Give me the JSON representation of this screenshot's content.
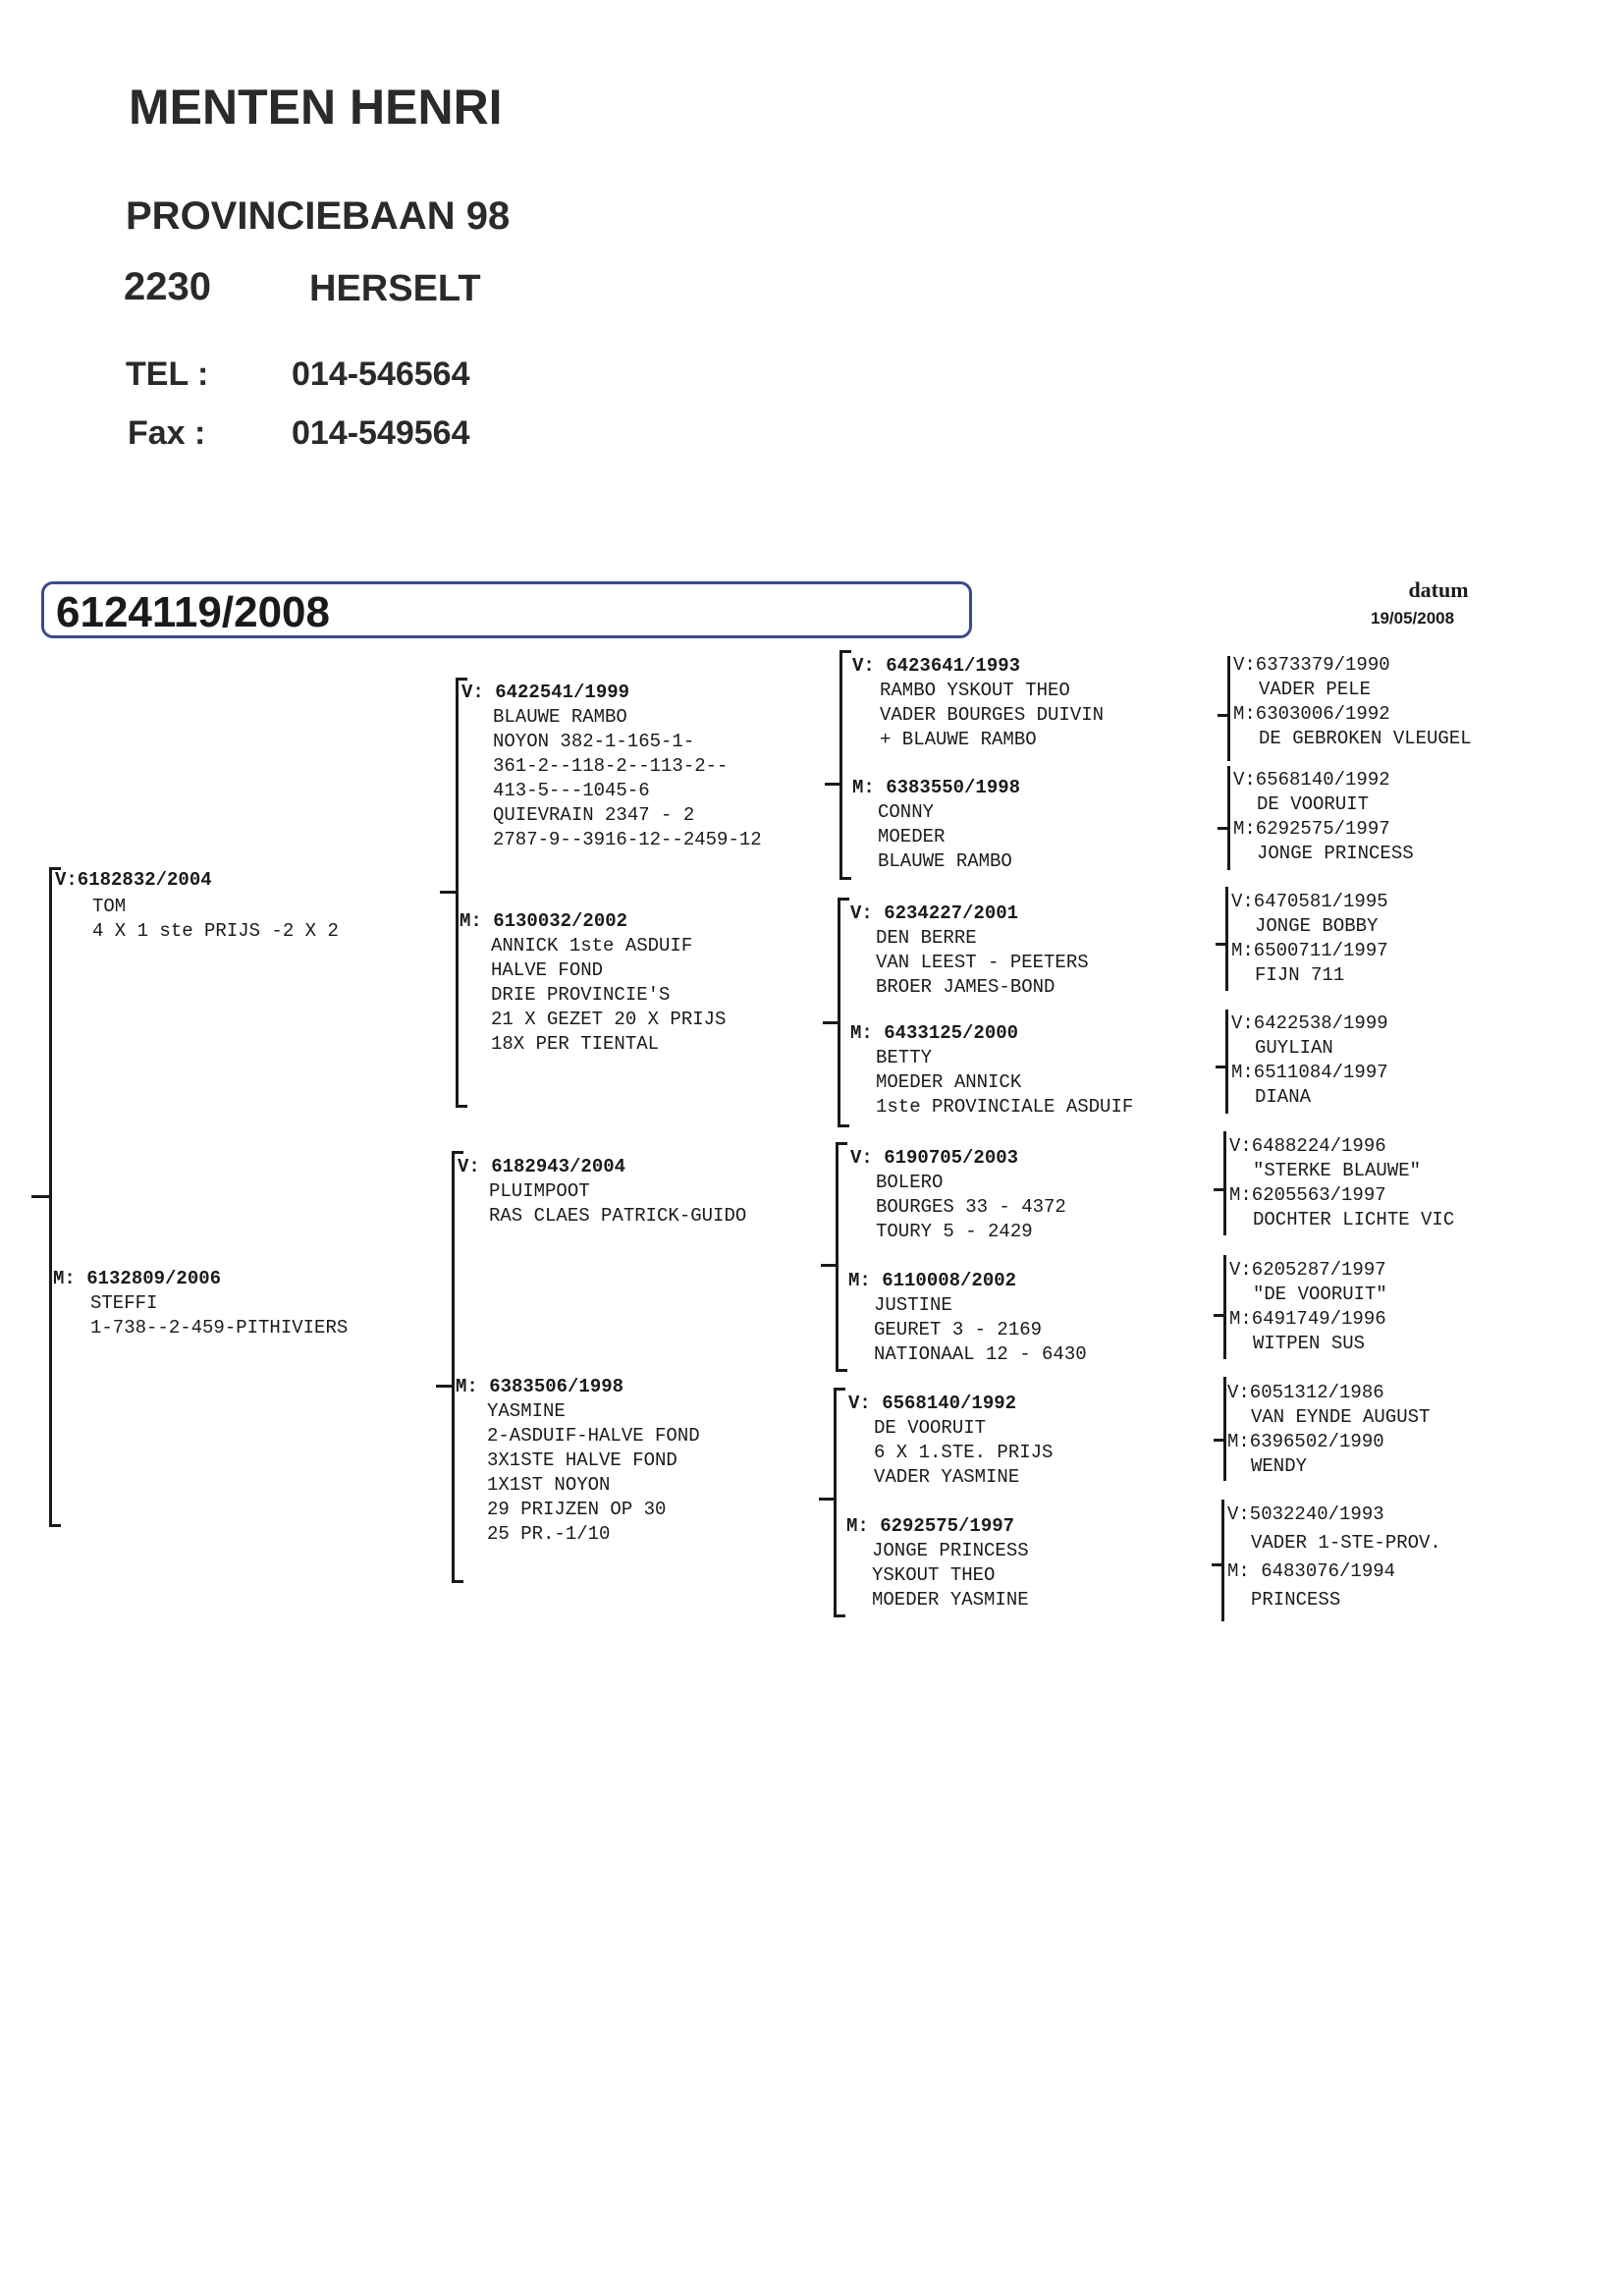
{
  "header": {
    "name": "MENTEN  HENRI",
    "street": "PROVINCIEBAAN 98",
    "postal_code": "2230",
    "city": "HERSELT",
    "tel_label": "TEL :",
    "tel_value": "014-546564",
    "fax_label": "Fax :",
    "fax_value": "014-549564"
  },
  "pedigree": {
    "ring": "6124119/2008",
    "date_label": "datum",
    "date_value": "19/05/2008"
  },
  "gen1": {
    "sire": {
      "ring": "V:6182832/2004",
      "lines": [
        "TOM",
        "4 X 1 ste PRIJS -2 X 2"
      ]
    },
    "dam": {
      "ring": "M: 6132809/2006",
      "lines": [
        "STEFFI",
        "1-738--2-459-PITHIVIERS"
      ]
    }
  },
  "gen2": {
    "ss": {
      "ring": "V: 6422541/1999",
      "lines": [
        "BLAUWE RAMBO",
        "NOYON 382-1-165-1-",
        "361-2--118-2--113-2--",
        "413-5---1045-6",
        "QUIEVRAIN  2347 - 2",
        "2787-9--3916-12--2459-12"
      ]
    },
    "sd": {
      "ring": "M: 6130032/2002",
      "lines": [
        "ANNICK   1ste ASDUIF",
        "HALVE FOND",
        "DRIE PROVINCIE'S",
        "21 X GEZET  20 X PRIJS",
        "18X PER TIENTAL"
      ]
    },
    "ds": {
      "ring": "V: 6182943/2004",
      "lines": [
        "PLUIMPOOT",
        "RAS CLAES PATRICK-GUIDO"
      ]
    },
    "dd": {
      "ring": "M: 6383506/1998",
      "lines": [
        "YASMINE",
        "2-ASDUIF-HALVE FOND",
        "3X1STE HALVE FOND",
        "1X1ST NOYON",
        "29 PRIJZEN OP 30",
        "25 PR.-1/10"
      ]
    }
  },
  "gen3": [
    {
      "ring": "V: 6423641/1993",
      "lines": [
        "RAMBO YSKOUT THEO",
        "VADER BOURGES DUIVIN",
        "+ BLAUWE RAMBO"
      ]
    },
    {
      "ring": "M: 6383550/1998",
      "lines": [
        "CONNY",
        "MOEDER",
        "BLAUWE RAMBO"
      ]
    },
    {
      "ring": "V: 6234227/2001",
      "lines": [
        "DEN BERRE",
        "VAN LEEST - PEETERS",
        "BROER JAMES-BOND"
      ]
    },
    {
      "ring": "M: 6433125/2000",
      "lines": [
        "BETTY",
        "MOEDER ANNICK",
        "1ste PROVINCIALE ASDUIF"
      ]
    },
    {
      "ring": "V: 6190705/2003",
      "lines": [
        "BOLERO",
        "BOURGES 33 - 4372",
        "TOURY 5 - 2429"
      ]
    },
    {
      "ring": "M: 6110008/2002",
      "lines": [
        "JUSTINE",
        "GEURET 3 - 2169",
        "NATIONAAL 12 - 6430"
      ]
    },
    {
      "ring": "V: 6568140/1992",
      "lines": [
        "DE VOORUIT",
        "6 X 1.STE. PRIJS",
        "VADER YASMINE"
      ]
    },
    {
      "ring": "M: 6292575/1997",
      "lines": [
        "JONGE PRINCESS",
        "YSKOUT THEO",
        "MOEDER  YASMINE"
      ]
    }
  ],
  "gen4": [
    {
      "sire_ring": "V:6373379/1990",
      "sire_name": "VADER  PELE",
      "dam_ring": "M:6303006/1992",
      "dam_name": "DE GEBROKEN VLEUGEL"
    },
    {
      "sire_ring": "V:6568140/1992",
      "sire_name": "DE VOORUIT",
      "dam_ring": "M:6292575/1997",
      "dam_name": "JONGE PRINCESS"
    },
    {
      "sire_ring": "V:6470581/1995",
      "sire_name": "JONGE BOBBY",
      "dam_ring": "M:6500711/1997",
      "dam_name": "FIJN  711"
    },
    {
      "sire_ring": "V:6422538/1999",
      "sire_name": "GUYLIAN",
      "dam_ring": "M:6511084/1997",
      "dam_name": "DIANA"
    },
    {
      "sire_ring": "V:6488224/1996",
      "sire_name": "\"STERKE BLAUWE\"",
      "dam_ring": "M:6205563/1997",
      "dam_name": "DOCHTER LICHTE VIC"
    },
    {
      "sire_ring": "V:6205287/1997",
      "sire_name": "\"DE VOORUIT\"",
      "dam_ring": "M:6491749/1996",
      "dam_name": "WITPEN SUS"
    },
    {
      "sire_ring": "V:6051312/1986",
      "sire_name": "VAN EYNDE AUGUST",
      "dam_ring": "M:6396502/1990",
      "dam_name": "WENDY"
    },
    {
      "sire_ring": "V:5032240/1993",
      "sire_name": "VADER 1-STE-PROV.",
      "dam_ring": "M: 6483076/1994",
      "dam_name": "PRINCESS"
    }
  ]
}
